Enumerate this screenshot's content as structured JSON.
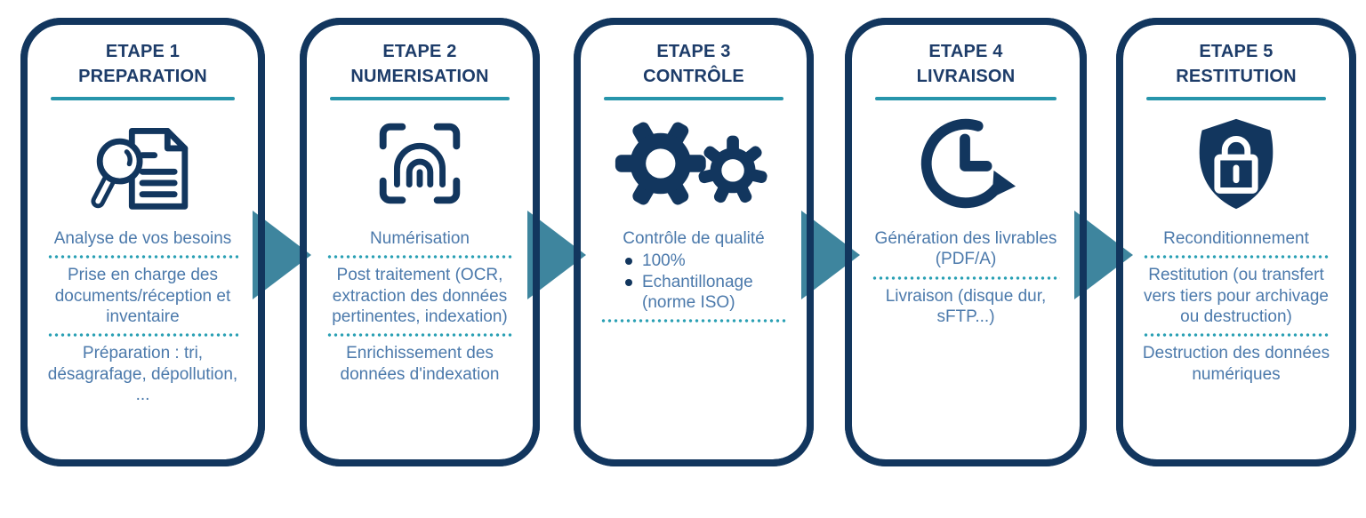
{
  "colors": {
    "navy": "#12365e",
    "title_navy": "#1d3c69",
    "rule_teal": "#2795ab",
    "dot_teal": "#2aa0b4",
    "arrow_teal": "#3e859e",
    "body_blue": "#4b79ab",
    "card_bg": "#ffffff"
  },
  "steps": [
    {
      "title_line1": "ETAPE 1",
      "title_line2": "PREPARATION",
      "icon": "magnifier-document-icon",
      "items": [
        "Analyse de vos besoins",
        "Prise en charge des\ndocuments/réception et\ninventaire",
        "Préparation : tri,\ndésagrafage, dépollution,\n..."
      ]
    },
    {
      "title_line1": "ETAPE 2",
      "title_line2": "NUMERISATION",
      "icon": "fingerprint-scan-icon",
      "items": [
        "Numérisation",
        "Post traitement (OCR,\nextraction des données\npertinentes, indexation)",
        "Enrichissement des\ndonnées d'indexation"
      ]
    },
    {
      "title_line1": "ETAPE 3",
      "title_line2": "CONTRÔLE",
      "icon": "gears-icon",
      "heading": "Contrôle de qualité",
      "bullets": [
        "100%",
        "Echantillonage\n(norme ISO)"
      ]
    },
    {
      "title_line1": "ETAPE 4",
      "title_line2": "LIVRAISON",
      "icon": "clock-history-icon",
      "items": [
        "Génération des livrables\n(PDF/A)",
        "Livraison (disque dur,\nsFTP...)"
      ]
    },
    {
      "title_line1": "ETAPE 5",
      "title_line2": "RESTITUTION",
      "icon": "shield-lock-icon",
      "items": [
        "Reconditionnement",
        "Restitution (ou transfert\nvers tiers pour archivage\nou destruction)",
        "Destruction des données\nnumériques"
      ]
    }
  ]
}
